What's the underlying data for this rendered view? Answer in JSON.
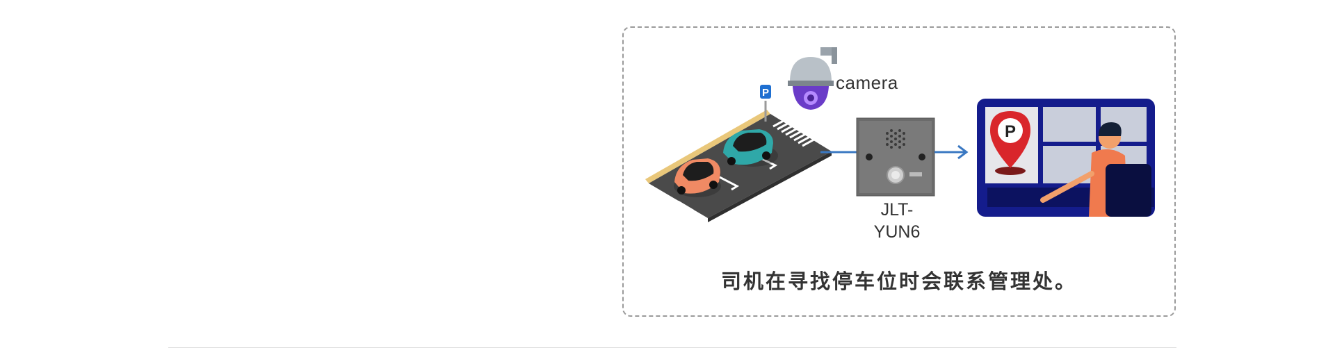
{
  "labels": {
    "camera": "camera",
    "device": "JLT-YUN6",
    "parking_sign": "P",
    "pin": "P"
  },
  "caption": "司机在寻找停车位时会联系管理处。",
  "colors": {
    "frame_border": "#9a9a9a",
    "arrow": "#3a78c2",
    "monitor_bg": "#141c8c",
    "pin_red": "#d9262b",
    "car_teal": "#2fa8a8",
    "car_orange": "#f08a64",
    "camera_purple": "#6a3cc8"
  }
}
